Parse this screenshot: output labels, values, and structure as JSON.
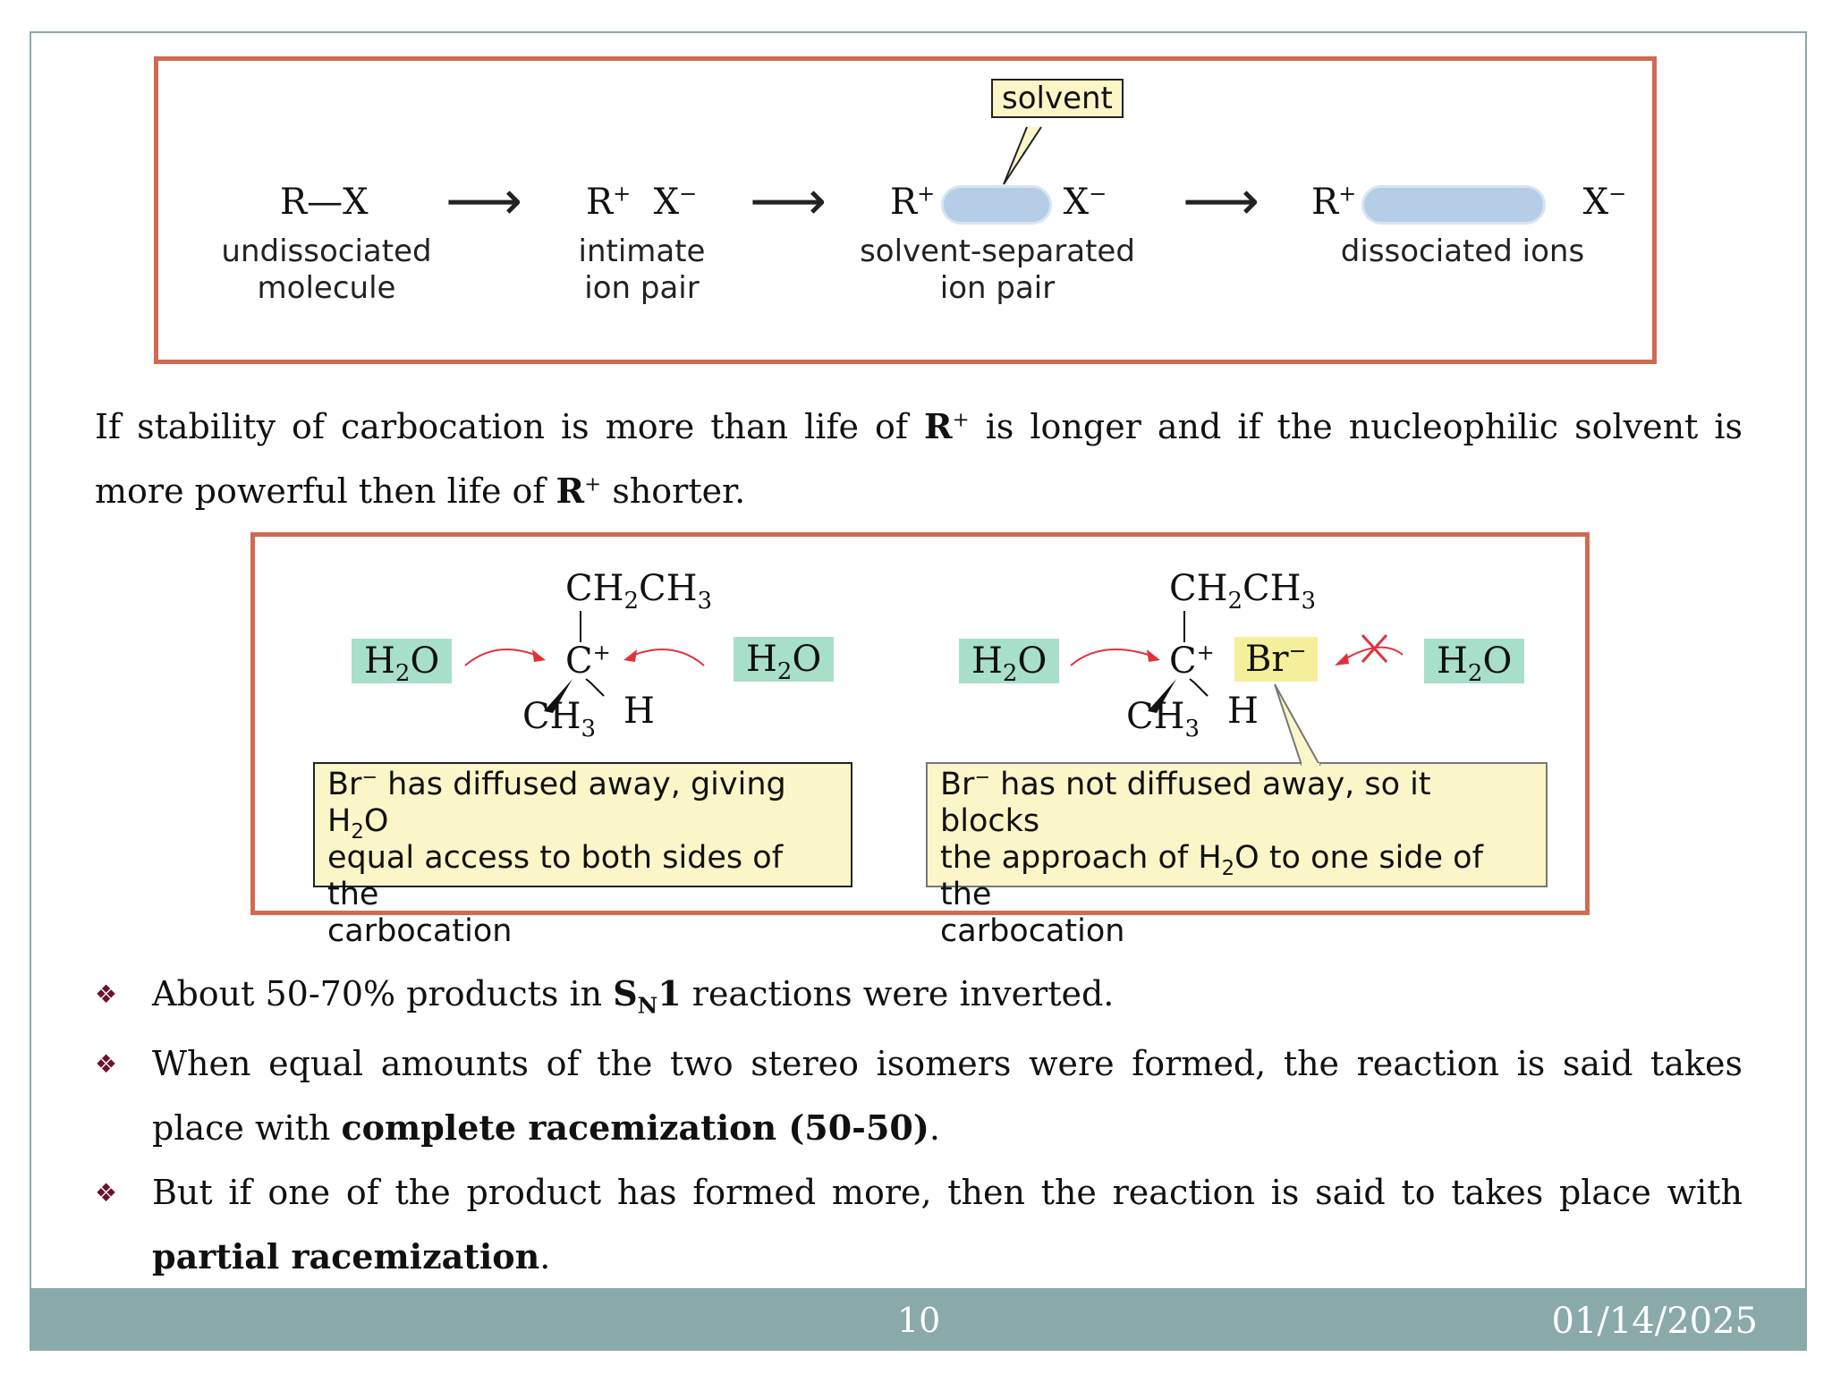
{
  "diagram1": {
    "steps": [
      {
        "formula": "R—X",
        "label_line1": "undissociated",
        "label_line2": "molecule"
      },
      {
        "formula_r": "R",
        "formula_x": "X",
        "label_line1": "intimate",
        "label_line2": "ion pair"
      },
      {
        "formula_r": "R",
        "formula_x": "X",
        "label_line1": "solvent-separated",
        "label_line2": "ion pair"
      },
      {
        "formula_r": "R",
        "formula_x": "X",
        "label_line1": "dissociated ions"
      }
    ],
    "plus": "+",
    "minus": "−",
    "arrow": "⟶",
    "callout": "solvent"
  },
  "paragraph": {
    "part1": "If stability of carbocation is more than life of ",
    "r1": "R",
    "plus": "+",
    "part2": " is longer and if the nucleophilic solvent is more powerful then life of ",
    "r2": "R",
    "part3": " shorter."
  },
  "diagram2": {
    "left": {
      "top_group": "CH",
      "sub2": "2",
      "top_group2": "CH",
      "sub3": "3",
      "center": "C",
      "charge": "+",
      "h2o_left": "H",
      "h2o_right": "H",
      "h2o_o": "O",
      "h2o_sub": "2",
      "methyl": "CH",
      "methyl_sub": "3",
      "hydrogen": "H",
      "note_prefix": "Br",
      "note_minus": "−",
      "note_line1": " has diffused away, giving H",
      "note_line1_sub": "2",
      "note_line1_end": "O",
      "note_line2": "equal access to both sides of the",
      "note_line3": "carbocation"
    },
    "right": {
      "br": "Br",
      "br_minus": "−",
      "note_prefix": "Br",
      "note_minus": "−",
      "note_line1": " has not diffused away, so it blocks",
      "note_line2_a": "the approach of H",
      "note_line2_sub": "2",
      "note_line2_b": "O to one side of the",
      "note_line3": "carbocation"
    }
  },
  "bullets": [
    {
      "pre": "About 50-70% products in ",
      "bold": "S",
      "sub": "N",
      "bold2": "1",
      "post": " reactions were inverted."
    },
    {
      "pre": "When equal amounts of the two stereo isomers  were formed, the reaction is said takes place with ",
      "bold": "complete racemization (50-50)",
      "post": "."
    },
    {
      "pre": "But if  one of the product has formed more, then the  reaction is said to takes place with ",
      "bold": "partial racemization",
      "post": "."
    }
  ],
  "bullet_symbol": "❖",
  "footer": {
    "page": "10",
    "date": "01/14/2025"
  },
  "colors": {
    "box_border": "#cf6a53",
    "footer_bg": "#8aa9a9",
    "h2o_bg": "#a8dfc9",
    "br_bg": "#f5ef9c",
    "note_bg": "#fbf6c7",
    "arrow_red": "#e0323a"
  }
}
